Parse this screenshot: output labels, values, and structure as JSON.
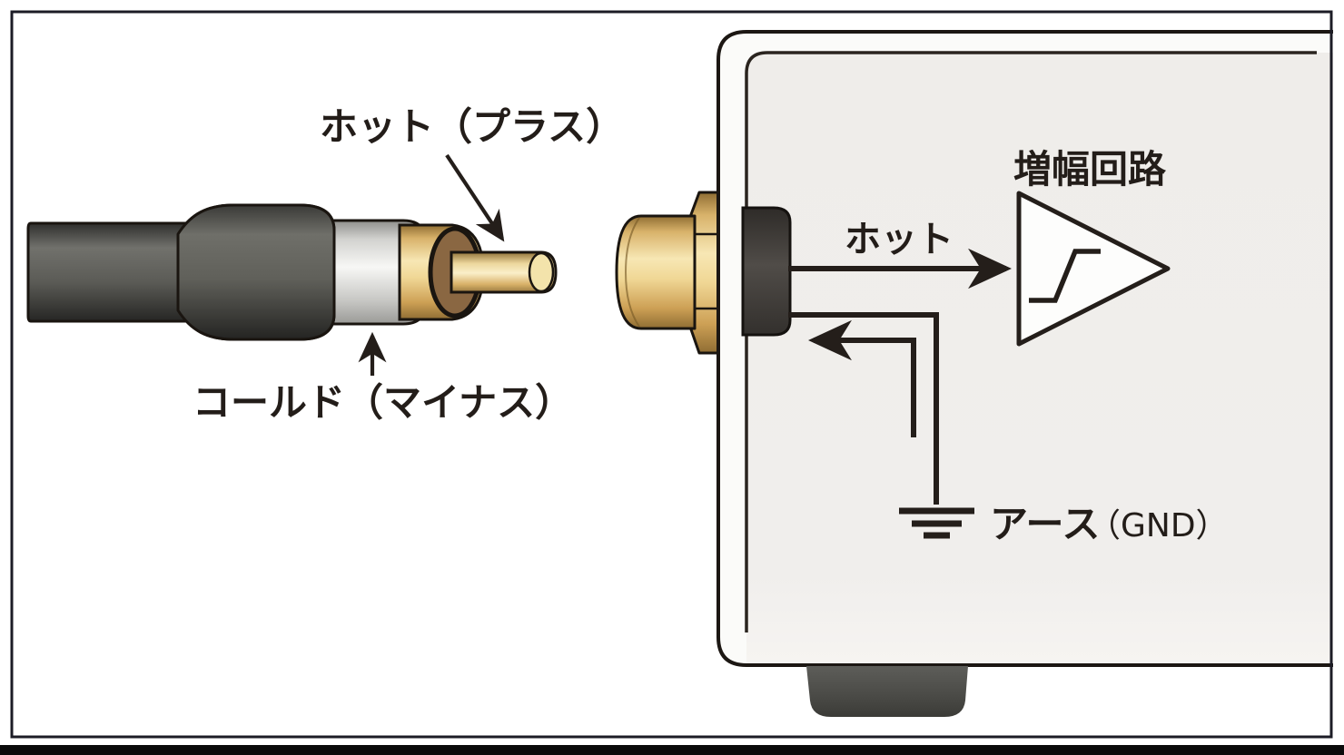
{
  "diagram": {
    "kind": "rca-plug-and-jack-wiring-diagram",
    "labels": {
      "hot_plus": "ホット（プラス）",
      "cold_minus": "コールド（マイナス）",
      "amp_circuit": "増幅回路",
      "hot": "ホット",
      "earth": "アース",
      "earth_gnd": "（GND）"
    },
    "icons": {
      "amplifier": "amplifier-triangle-icon",
      "ground": "earth-ground-icon",
      "arrows": [
        "hot-signal-arrow",
        "ground-return-arrow",
        "hot-pin-pointer-arrow",
        "cold-shield-pointer-arrow"
      ]
    },
    "colors": {
      "line": "#241e1a",
      "text": "#231d19",
      "gold": "#e9c87e",
      "gold_dark": "#8f6d33",
      "silver": "#e9e9e7",
      "dark_gray": "#55534f",
      "chassis_interior": "#efedea",
      "chassis_face": "#fbfbf9",
      "background": "#ffffff",
      "frame": "#1c1c26",
      "bottom_bar": "#0a0a0a"
    }
  }
}
